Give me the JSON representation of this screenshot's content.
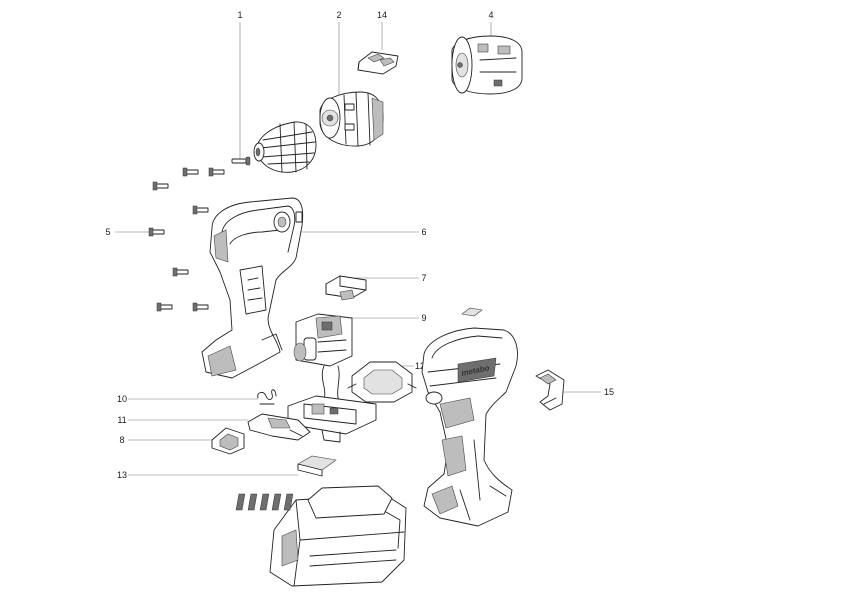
{
  "diagram": {
    "brand_text": "metabo",
    "callouts": [
      {
        "id": "1",
        "text": "1"
      },
      {
        "id": "2",
        "text": "2"
      },
      {
        "id": "14",
        "text": "14"
      },
      {
        "id": "4",
        "text": "4"
      },
      {
        "id": "5",
        "text": "5"
      },
      {
        "id": "6",
        "text": "6"
      },
      {
        "id": "7",
        "text": "7"
      },
      {
        "id": "9",
        "text": "9"
      },
      {
        "id": "12",
        "text": "12"
      },
      {
        "id": "15",
        "text": "15"
      },
      {
        "id": "10",
        "text": "10"
      },
      {
        "id": "11",
        "text": "11"
      },
      {
        "id": "8",
        "text": "8"
      },
      {
        "id": "13",
        "text": "13"
      }
    ]
  }
}
